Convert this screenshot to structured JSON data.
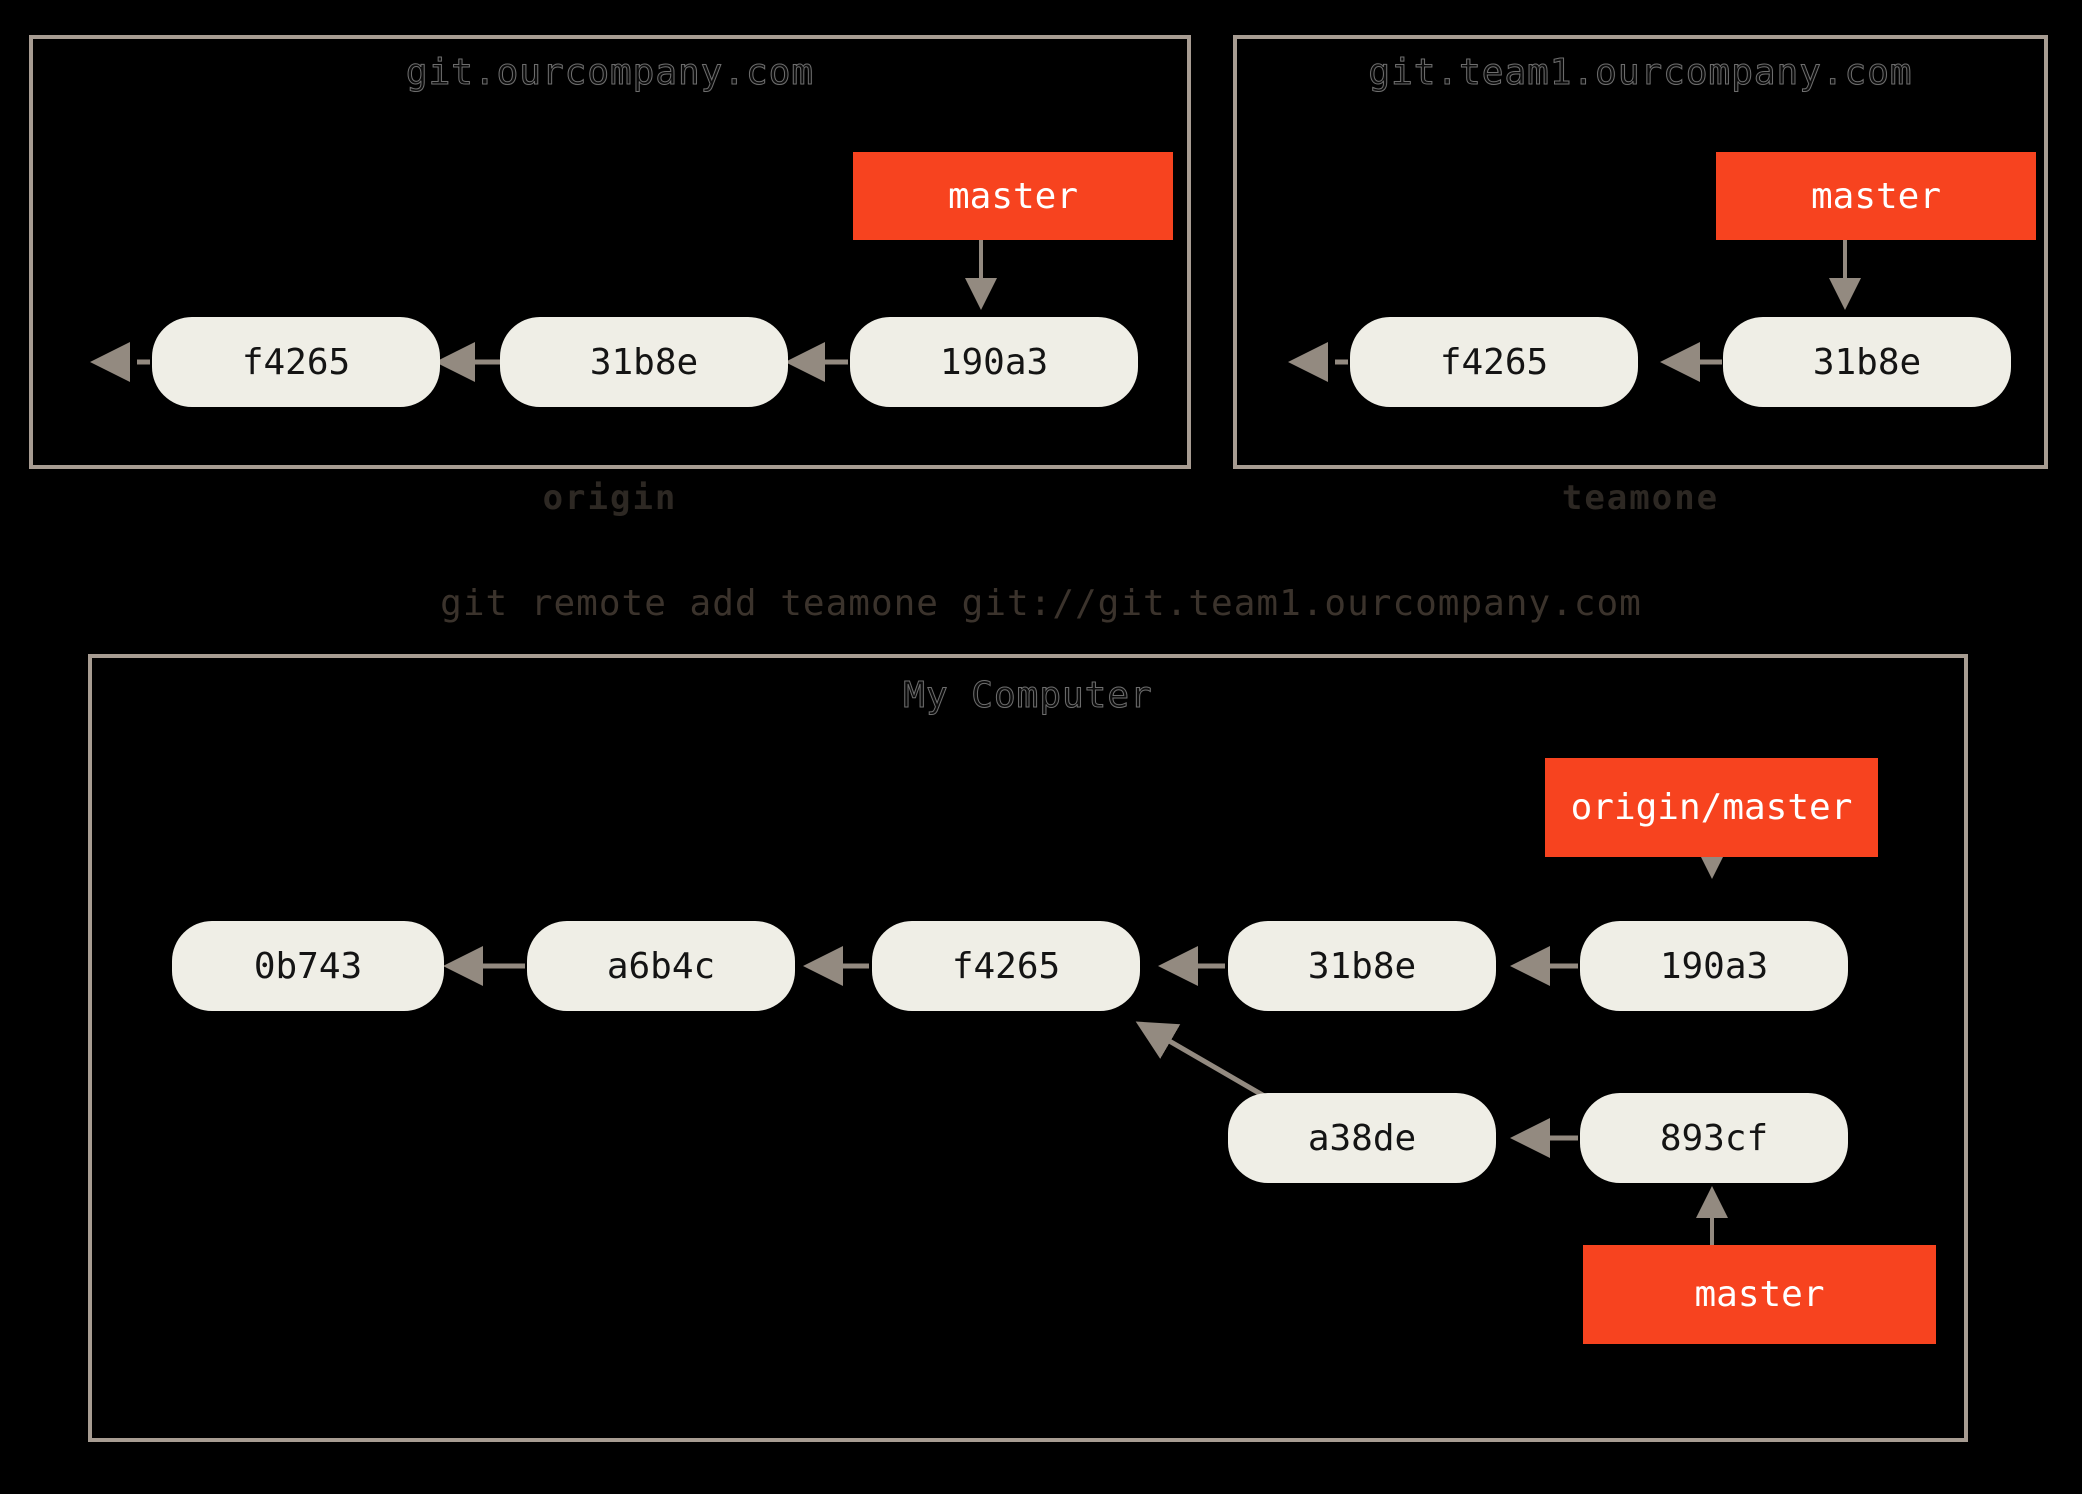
{
  "diagram": {
    "title": "Git remotes: origin, teamone and My Computer",
    "background_color": "#000000",
    "commit_fill": "#EFEEE6",
    "commit_text_color": "#141414",
    "branch_fill": "#F7431F",
    "branch_text_color": "#FFFFFF",
    "arrow_color": "#938A80",
    "panel_border_color": "#A79C92"
  },
  "command": {
    "text": "git remote add teamone git://git.team1.ourcompany.com"
  },
  "panels": [
    {
      "id": "origin",
      "title": "git.ourcompany.com",
      "caption": "origin",
      "commits": [
        {
          "id": "f4265",
          "label": "f4265"
        },
        {
          "id": "31b8e",
          "label": "31b8e"
        },
        {
          "id": "190a3",
          "label": "190a3"
        }
      ],
      "branches": [
        {
          "label": "master",
          "points_to": "190a3"
        }
      ],
      "edges": [
        {
          "from": "31b8e",
          "to": "f4265",
          "style": "solid"
        },
        {
          "from": "190a3",
          "to": "31b8e",
          "style": "solid"
        },
        {
          "from": "f4265",
          "to": "history",
          "style": "dashed"
        }
      ]
    },
    {
      "id": "teamone",
      "title": "git.team1.ourcompany.com",
      "caption": "teamone",
      "commits": [
        {
          "id": "f4265",
          "label": "f4265"
        },
        {
          "id": "31b8e",
          "label": "31b8e"
        }
      ],
      "branches": [
        {
          "label": "master",
          "points_to": "31b8e"
        }
      ],
      "edges": [
        {
          "from": "31b8e",
          "to": "f4265",
          "style": "solid"
        },
        {
          "from": "f4265",
          "to": "history",
          "style": "dashed"
        }
      ]
    },
    {
      "id": "my-computer",
      "title": "My Computer",
      "caption": "",
      "commits": [
        {
          "id": "0b743",
          "label": "0b743"
        },
        {
          "id": "a6b4c",
          "label": "a6b4c"
        },
        {
          "id": "f4265",
          "label": "f4265"
        },
        {
          "id": "31b8e",
          "label": "31b8e"
        },
        {
          "id": "190a3",
          "label": "190a3"
        },
        {
          "id": "a38de",
          "label": "a38de"
        },
        {
          "id": "893cf",
          "label": "893cf"
        }
      ],
      "branches": [
        {
          "label": "origin/master",
          "points_to": "190a3"
        },
        {
          "label": "master",
          "points_to": "893cf"
        }
      ],
      "edges": [
        {
          "from": "a6b4c",
          "to": "0b743",
          "style": "solid"
        },
        {
          "from": "f4265",
          "to": "a6b4c",
          "style": "solid"
        },
        {
          "from": "31b8e",
          "to": "f4265",
          "style": "solid"
        },
        {
          "from": "190a3",
          "to": "31b8e",
          "style": "solid"
        },
        {
          "from": "a38de",
          "to": "f4265",
          "style": "solid"
        },
        {
          "from": "893cf",
          "to": "a38de",
          "style": "solid"
        }
      ]
    }
  ]
}
